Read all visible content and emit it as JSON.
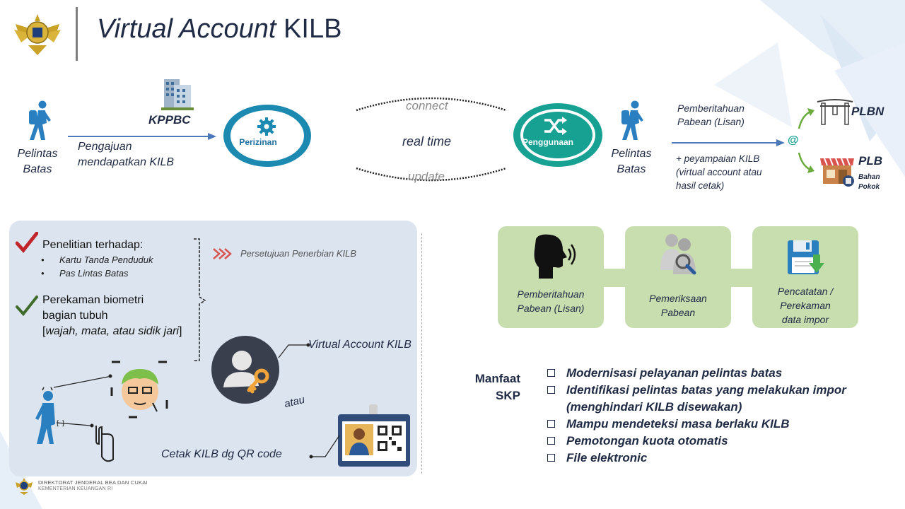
{
  "header": {
    "title_part1": "Virtual Account",
    "title_part2": " KILB",
    "logo_icon": "customs-emblem-icon"
  },
  "flow": {
    "left_person_label_1": "Pelintas",
    "left_person_label_2": "Batas",
    "kppbc_label": "KPPBC",
    "request_label_1": "Pengajuan",
    "request_label_2": "mendapatkan KILB",
    "perizinan_label": "Perizinan",
    "connect_label": "connect",
    "realtime_label": "real time",
    "update_label": "update",
    "penggunaan_label": "Penggunaan",
    "right_person_label_1": "Pelintas",
    "right_person_label_2": "Batas",
    "notice_label_1": "Pemberitahuan",
    "notice_label_2": "Pabean (Lisan)",
    "delivery_label_1": "+ peyampaian KILB",
    "delivery_label_2": "(virtual account atau",
    "delivery_label_3": "hasil cetak)",
    "at_label": "@",
    "plbn_label": "PLBN",
    "plb_label": "PLB",
    "bahan_label_1": "Bahan",
    "bahan_label_2": "Pokok",
    "accent_blue": "#1c8ab0",
    "accent_teal": "#16a193"
  },
  "panel": {
    "research_title": "Penelitian terhadap:",
    "research_items": [
      "Kartu Tanda Penduduk",
      "Pas Lintas Batas"
    ],
    "biometric_line_1": "Perekaman biometri",
    "biometric_line_2": "bagian tubuh",
    "biometric_line_3_open": "[",
    "biometric_line_3_body": "wajah, mata, atau sidik jari",
    "biometric_line_3_close": "]",
    "approval_label": "Persetujuan Penerbian KILB",
    "virtual_account_label": "Virtual Account KILB",
    "atau_label": "atau",
    "print_label": "Cetak KILB dg QR code"
  },
  "process": {
    "step1_line1": "Pemberitahuan",
    "step1_line2": "Pabean (Lisan)",
    "step2_line1": "Pemeriksaan",
    "step2_line2": "Pabean",
    "step3_line1": "Pencatatan /",
    "step3_line2": "Perekaman",
    "step3_line3": "data impor"
  },
  "manfaat": {
    "title_1": "Manfaat",
    "title_2": "SKP",
    "items": [
      "Modernisasi pelayanan pelintas batas",
      "Identifikasi pelintas batas yang melakukan impor",
      "(menghindari KILB disewakan)",
      "Mampu mendeteksi masa berlaku KILB",
      "Pemotongan kuota otomatis",
      "File elektronic"
    ]
  },
  "footer": {
    "line1": "DIREKTORAT JENDERAL BEA DAN CUKAI",
    "line2": "KEMENTERIAN KEUANGAN RI"
  }
}
